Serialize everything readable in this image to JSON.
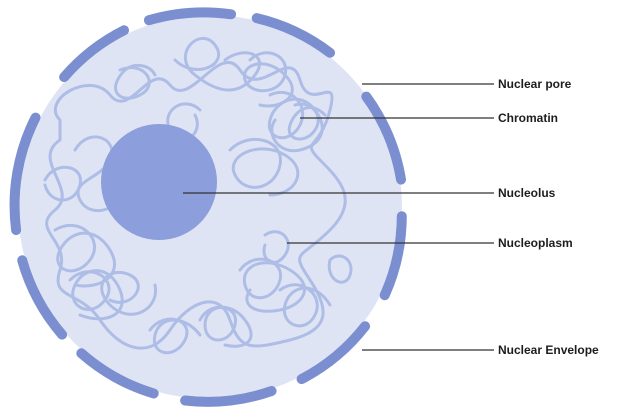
{
  "colors": {
    "background": "#ffffff",
    "nucleus_fill": "#dfe4f5",
    "envelope": "#7b8fd0",
    "chromatin": "#aebde6",
    "nucleolus": "#8c9edb",
    "leader_line": "#333333",
    "label_text": "#1d1d1d"
  },
  "labels": {
    "nuclear_pore": "Nuclear pore",
    "chromatin": "Chromatin",
    "nucleolus": "Nucleolus",
    "nucleoplasm": "Nucleoplasm",
    "nuclear_envelope": "Nuclear Envelope"
  }
}
